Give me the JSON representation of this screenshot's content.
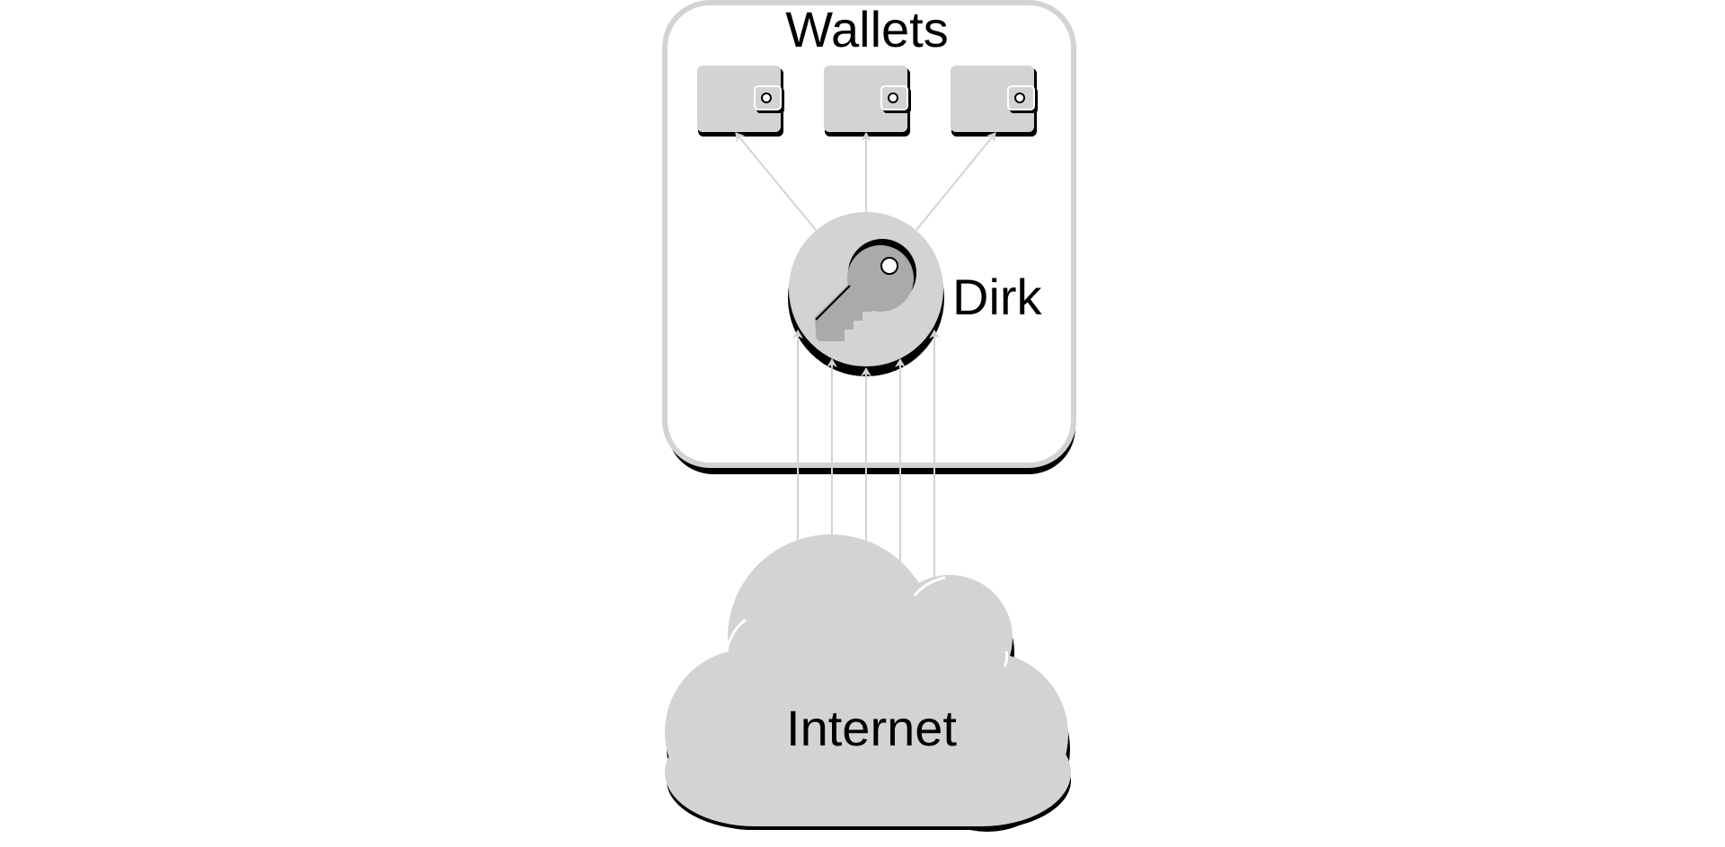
{
  "diagram": {
    "container_label": "Wallets",
    "wallets": [
      {
        "icon": "wallet-icon"
      },
      {
        "icon": "wallet-icon"
      },
      {
        "icon": "wallet-icon"
      }
    ],
    "signer": {
      "label": "Dirk",
      "icon": "key-icon"
    },
    "source": {
      "label": "Internet",
      "icon": "cloud-icon"
    },
    "incoming_connections": 5,
    "colors": {
      "shape_fill": "#d3d3d3",
      "shadow": "#000000",
      "border": "#d3d3d3",
      "arrow": "#d3d3d3",
      "key_fill": "#aaaaaa",
      "text": "#000000"
    }
  }
}
